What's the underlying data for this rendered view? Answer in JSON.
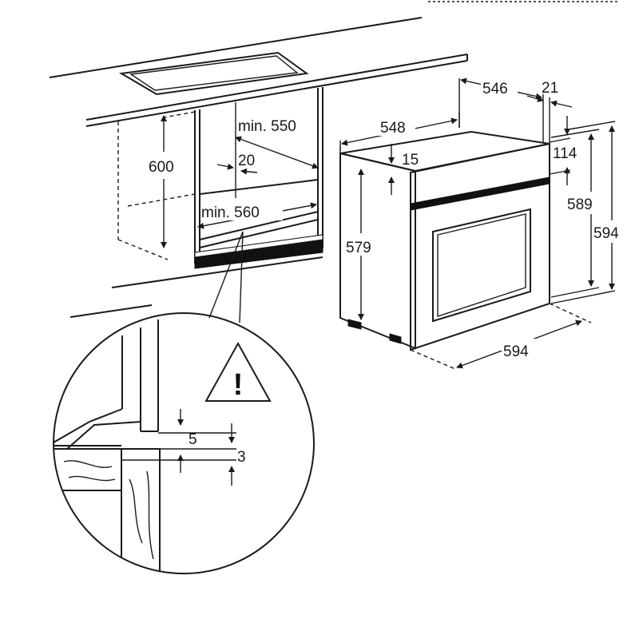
{
  "dimensions": {
    "cabinet_height": "600",
    "cabinet_depth_min": "min. 550",
    "vent_gap": "20",
    "cabinet_width_min": "min. 560",
    "oven_depth_top": "548",
    "oven_depth_total": "546",
    "front_thickness": "21",
    "top_offset": "15",
    "panel_height_top": "114",
    "body_height": "579",
    "front_height": "589",
    "overall_height": "594",
    "overall_width": "594",
    "detail_gap_upper": "5",
    "detail_gap_lower": "3"
  },
  "warning_symbol": "!",
  "colors": {
    "line": "#1a1a1a",
    "fill_dark": "#111111",
    "background": "#ffffff"
  }
}
